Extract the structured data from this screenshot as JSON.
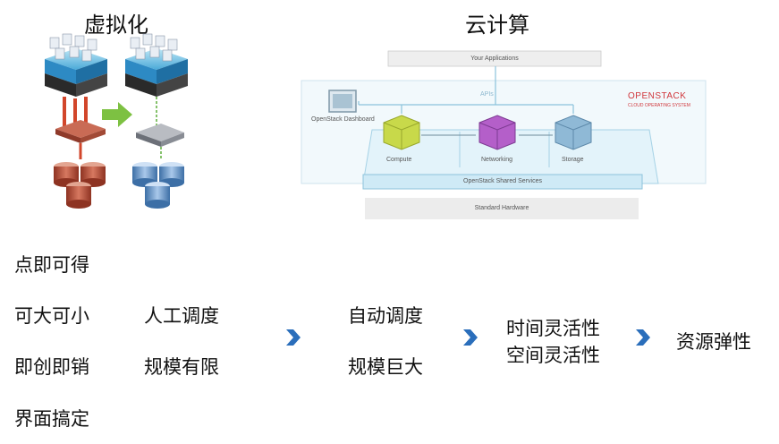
{
  "virtualization": {
    "title": "虚拟化"
  },
  "cloud": {
    "title": "云计算",
    "openstack": {
      "your_applications": "Your Applications",
      "apis": "APIs",
      "logo": "OPENSTACK",
      "logo_sub": "CLOUD OPERATING SYSTEM",
      "dashboard": "OpenStack Dashboard",
      "compute": "Compute",
      "networking": "Networking",
      "storage": "Storage",
      "shared_services": "OpenStack Shared Services",
      "standard_hardware": "Standard Hardware"
    }
  },
  "virt_features": [
    "点即可得",
    "可大可小",
    "即创即销",
    "界面搞定"
  ],
  "manual": [
    "人工调度",
    "规模有限"
  ],
  "auto": [
    "自动调度",
    "规模巨大"
  ],
  "flexibility": [
    "时间灵活性",
    "空间灵活性"
  ],
  "result": "资源弹性",
  "colors": {
    "arrow_blue": "#2a6ebb",
    "compute_cube": "#c8d94a",
    "networking_cube": "#b45fc9",
    "storage_cube": "#8fb9d6",
    "brand_red": "#d0363b"
  }
}
